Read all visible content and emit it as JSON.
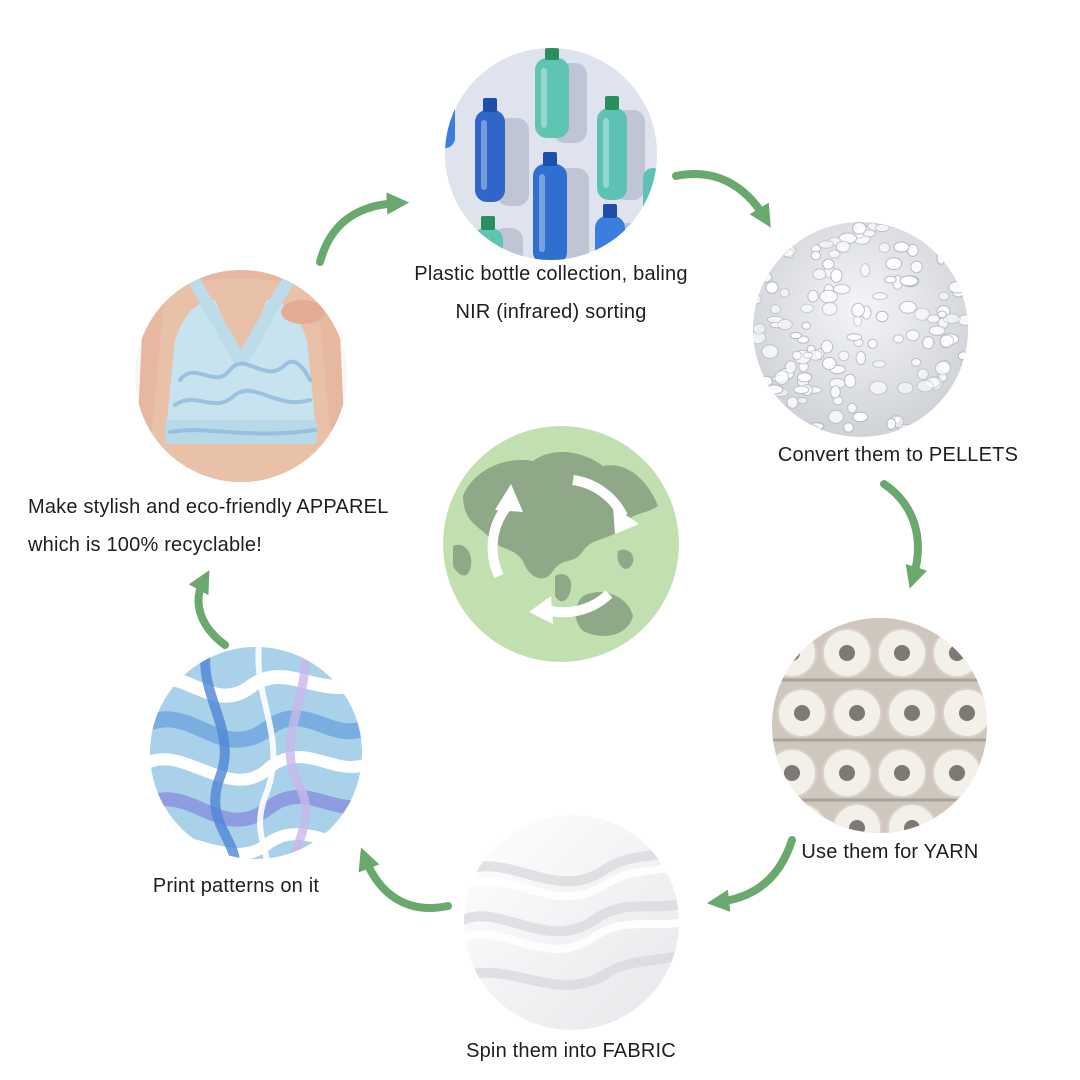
{
  "colors": {
    "arrow": "#6aa96d",
    "globe_ocean": "#c2dfb0",
    "globe_land": "#8fa888",
    "recycle_arrow": "#ffffff",
    "text": "#1e1e1e"
  },
  "center": {
    "icon": "recycle-globe-icon"
  },
  "steps": [
    {
      "id": "bottles",
      "image": "plastic-bottles-image",
      "lines": [
        "Plastic bottle collection, baling",
        "NIR (infrared) sorting"
      ]
    },
    {
      "id": "pellets",
      "image": "plastic-pellets-image",
      "lines": [
        "Convert them to PELLETS"
      ]
    },
    {
      "id": "yarn",
      "image": "yarn-spools-image",
      "lines": [
        "Use them for YARN"
      ]
    },
    {
      "id": "fabric",
      "image": "white-fabric-image",
      "lines": [
        "Spin them into FABRIC"
      ]
    },
    {
      "id": "print",
      "image": "marble-pattern-image",
      "lines": [
        "Print patterns on it"
      ]
    },
    {
      "id": "apparel",
      "image": "sports-bra-image",
      "lines": [
        "Make stylish and eco-friendly APPAREL",
        "which is 100% recyclable!"
      ]
    }
  ],
  "arrows": [
    {
      "id": "apparel-to-bottles",
      "icon": "curved-arrow-icon"
    },
    {
      "id": "bottles-to-pellets",
      "icon": "curved-arrow-icon"
    },
    {
      "id": "pellets-to-yarn",
      "icon": "curved-arrow-icon"
    },
    {
      "id": "yarn-to-fabric",
      "icon": "curved-arrow-icon"
    },
    {
      "id": "fabric-to-print",
      "icon": "curved-arrow-icon"
    },
    {
      "id": "print-to-apparel",
      "icon": "curved-arrow-icon"
    }
  ]
}
